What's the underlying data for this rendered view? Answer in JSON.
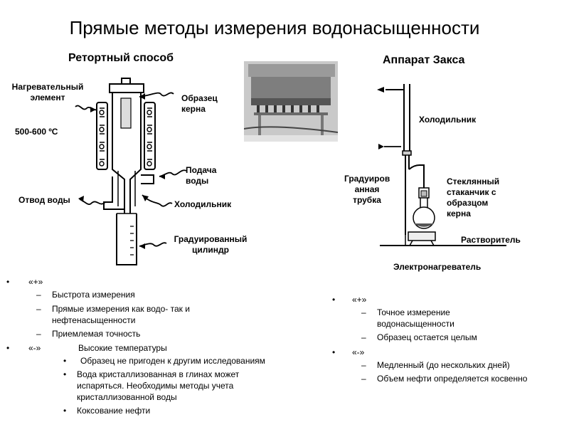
{
  "title": "Прямые методы измерения водонасыщенности",
  "left": {
    "heading": "Ретортный способ",
    "labels": {
      "heater_l1": "Нагревательный",
      "heater_l2": "элемент",
      "temp": "500-600 ºС",
      "sample_l1": "Образец",
      "sample_l2": "керна",
      "feed_l1": "Подача",
      "feed_l2": "воды",
      "drain": "Отвод воды",
      "cooler": "Холодильник",
      "cyl_l1": "Градуированный",
      "cyl_l2": "цилиндр"
    },
    "plus_label": "«+»",
    "plus_items": [
      "Быстрота  измерения",
      "Прямые  измерения  как водо- так и",
      "нефтенасыщенности",
      "Приемлемая  точность"
    ],
    "minus_label": "«-»",
    "minus_heading": "Высокие температуры",
    "minus_items": [
      "Образец  не пригоден к другим исследованиям",
      "Вода кристаллизованная  в глинах может",
      "испаряться.  Необходимы методы  учета",
      "кристаллизованной  воды",
      "Коксование  нефти"
    ],
    "bullet": "•",
    "dash": "–"
  },
  "right": {
    "heading": "Аппарат Закса",
    "labels": {
      "cooler": "Холодильник",
      "tube_l1": "Градуиров",
      "tube_l2": "анная",
      "tube_l3": "трубка",
      "glass_l1": "Стеклянный",
      "glass_l2": "стаканчик с",
      "glass_l3": "образцом",
      "glass_l4": "керна",
      "solvent": "Растворитель",
      "heater": "Электронагреватель"
    },
    "plus_label": "«+»",
    "plus_items": [
      "Точное измерение",
      "водонасыщенности",
      "Образец  остается целым"
    ],
    "minus_label": "«-»",
    "minus_items": [
      "Медленный  (до нескольких дней)",
      "Объем нефти  определяется  косвенно"
    ]
  }
}
